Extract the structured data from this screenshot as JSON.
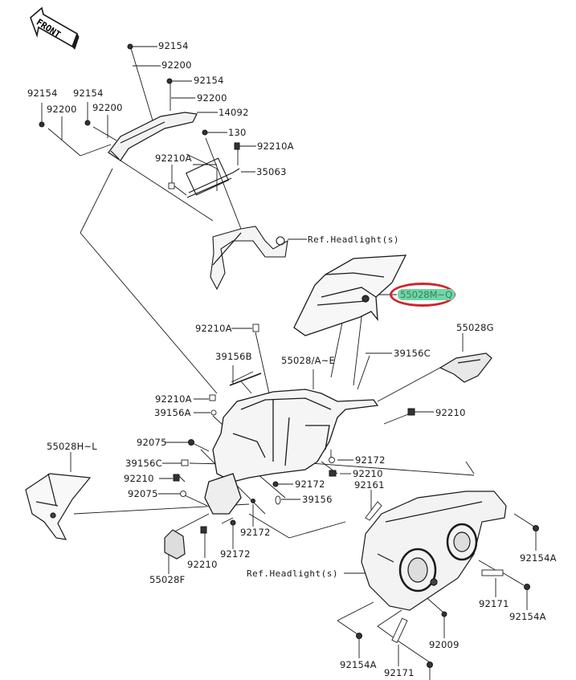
{
  "diagram": {
    "type": "exploded-parts-diagram",
    "subject": "Motorcycle cowling / headlight assembly",
    "direction_indicator": "FRONT",
    "highlight": {
      "label": "55028M~Q",
      "color_fill": "#6fd6a6",
      "color_outline": "#d0252e"
    },
    "labels": {
      "l01": "92154",
      "l02": "92200",
      "l03": "92154",
      "l04": "92200",
      "l05": "92154",
      "l06": "92200",
      "l07": "92154",
      "l08": "92200",
      "l09": "14092",
      "l10": "130",
      "l11": "92210A",
      "l12": "92210A",
      "l13": "35063",
      "l14": "Ref.Headlight(s)",
      "l15": "92210A",
      "l16": "55028G",
      "l17": "39156B",
      "l18": "55028/A~E",
      "l19": "39156C",
      "l20": "92210A",
      "l21": "39156A",
      "l22": "92210",
      "l23": "92075",
      "l24": "55028H~L",
      "l25": "39156C",
      "l26": "92172",
      "l27": "92210",
      "l28": "92210",
      "l29": "92161",
      "l30": "92172",
      "l31": "92075",
      "l32": "39156",
      "l33": "92172",
      "l34": "92172",
      "l35": "92210",
      "l36": "55028F",
      "l37": "Ref.Headlight(s)",
      "l38": "92154A",
      "l39": "92171",
      "l40": "92154A",
      "l41": "92009",
      "l42": "92154A",
      "l43": "92171"
    }
  }
}
